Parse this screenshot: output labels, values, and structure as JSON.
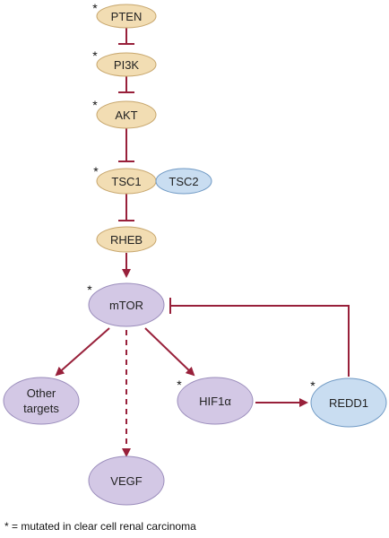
{
  "colors": {
    "arrow": "#98203A",
    "tan_fill": "#F2DDB3",
    "tan_stroke": "#C7A66C",
    "blue_fill": "#C9DDF1",
    "blue_stroke": "#6F99C4",
    "purple_fill": "#D3C8E5",
    "purple_stroke": "#9A8CBB"
  },
  "nodes": {
    "pten": "PTEN",
    "pi3k": "PI3K",
    "akt": "AKT",
    "tsc1": "TSC1",
    "tsc2": "TSC2",
    "rheb": "RHEB",
    "mtor": "mTOR",
    "other_targets_line1": "Other",
    "other_targets_line2": "targets",
    "hif1a": "HIF1α",
    "redd1": "REDD1",
    "vegf": "VEGF"
  },
  "mutation_marker": "*",
  "footnote": "* = mutated in clear cell renal carcinoma"
}
